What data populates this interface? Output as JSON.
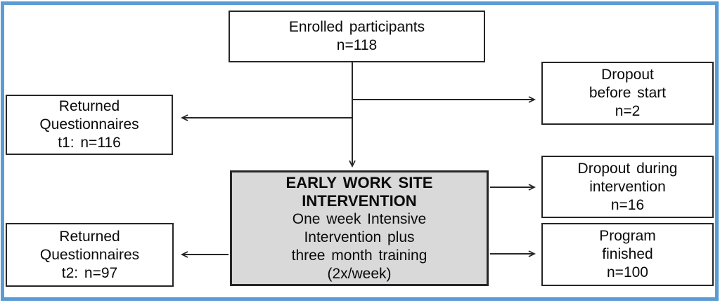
{
  "colors": {
    "outer_border": "#5b9bd5",
    "box_border": "#262626",
    "box_fill": "#ffffff",
    "intervention_fill": "#d9d9d9",
    "line": "#262626",
    "text": "#0a0a0a"
  },
  "boxes": {
    "enrolled": {
      "lines": [
        "Enrolled participants",
        "n=118"
      ]
    },
    "dropout_before": {
      "lines": [
        "Dropout",
        "before start",
        "n=2"
      ]
    },
    "returned_t1": {
      "lines": [
        "Returned",
        "Questionnaires",
        "t1: n=116"
      ]
    },
    "intervention": {
      "title_lines": [
        "EARLY WORK SITE",
        "INTERVENTION"
      ],
      "body_lines": [
        "One week Intensive",
        "Intervention plus",
        "three month training",
        "(2x/week)"
      ]
    },
    "dropout_during": {
      "lines": [
        "Dropout during",
        "intervention",
        "n=16"
      ]
    },
    "program_finished": {
      "lines": [
        "Program",
        "finished",
        "n=100"
      ]
    },
    "returned_t2": {
      "lines": [
        "Returned",
        "Questionnaires",
        "t2: n=97"
      ]
    }
  }
}
